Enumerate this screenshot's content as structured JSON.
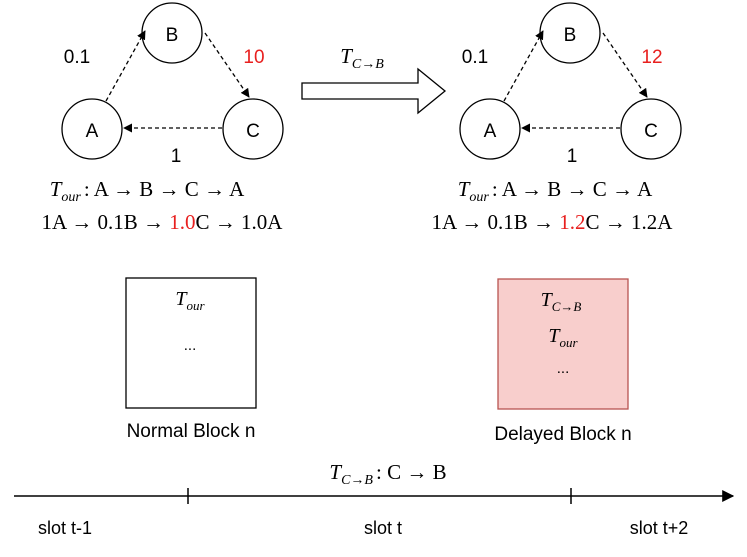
{
  "left_graph": {
    "nodes": {
      "a": "A",
      "b": "B",
      "c": "C"
    },
    "edge_ab_weight": "0.1",
    "edge_bc_weight": "10",
    "edge_ca_weight": "1",
    "route_line": {
      "t": "T",
      "sub": "our",
      "rest": ": A → B → C → A"
    },
    "amount_line": {
      "p1": "1A → 0.1B → ",
      "highlight": "1.0",
      "p2": "C → 1.0A"
    }
  },
  "transition": {
    "t": "T",
    "sub": "C→B"
  },
  "right_graph": {
    "nodes": {
      "a": "A",
      "b": "B",
      "c": "C"
    },
    "edge_ab_weight": "0.1",
    "edge_bc_weight": "12",
    "edge_ca_weight": "1",
    "route_line": {
      "t": "T",
      "sub": "our",
      "rest": ": A → B → C → A"
    },
    "amount_line": {
      "p1": "1A → 0.1B → ",
      "highlight": "1.2",
      "p2": "C → 1.2A"
    }
  },
  "normal_block": {
    "tx1": {
      "t": "T",
      "sub": "our"
    },
    "ellipsis": "...",
    "caption": "Normal Block n"
  },
  "delayed_block": {
    "tx1": {
      "t": "T",
      "sub": "C→B"
    },
    "tx2": {
      "t": "T",
      "sub": "our"
    },
    "ellipsis": "...",
    "caption": "Delayed Block n"
  },
  "timeline": {
    "tx": {
      "t": "T",
      "sub": "C→B",
      "rest": ": C → B"
    },
    "slots": [
      "slot t-1",
      "slot t",
      "slot t+2"
    ]
  },
  "colors": {
    "highlight": "#e8201f",
    "delayed_fill": "#f8cecc",
    "delayed_stroke": "#b85450",
    "stroke": "#000000"
  }
}
